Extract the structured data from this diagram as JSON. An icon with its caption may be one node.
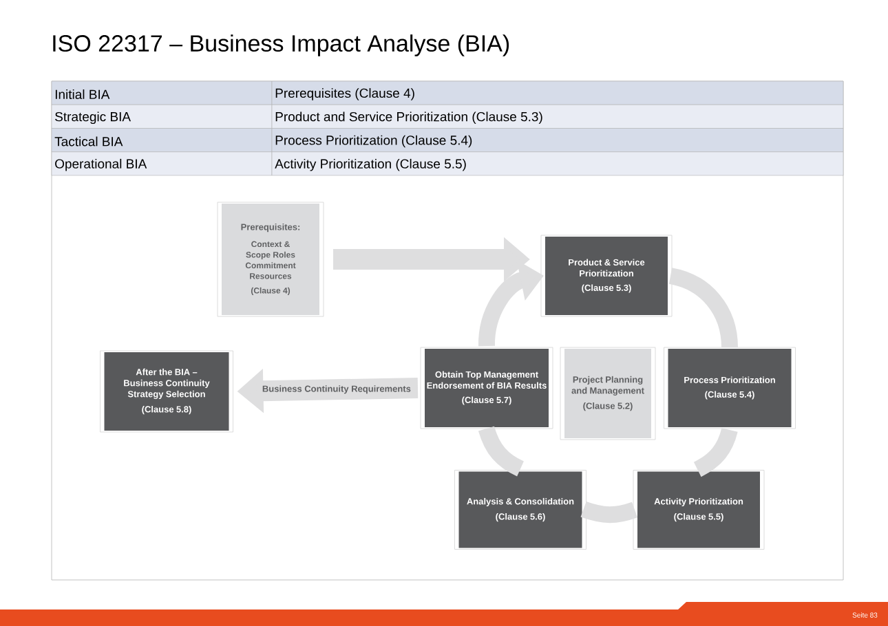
{
  "diagram": {
    "title": "ISO 22317 – Business Impact Analyse (BIA)",
    "nodes": [
      {
        "text": [
          "Prerequisites:",
          "Context & Scope Roles Commitment Resources",
          "(Clause 4)"
        ]
      },
      {
        "text": [
          "Product & Service Prioritization",
          "(Clause 5.3)"
        ]
      },
      {
        "text": [
          "Process Prioritization",
          "(Clause 5.4)"
        ]
      },
      {
        "text": [
          "Activity Prioritization",
          "(Clause 5.5)"
        ]
      },
      {
        "text": [
          "Analysis & Consolidation",
          "(Clause 5.6)"
        ]
      },
      {
        "text": [
          "Obtain Top Management Endorsement of BIA Results",
          "(Clause 5.7)"
        ]
      },
      {
        "text": [
          "Project Planning and Management",
          "(Clause 5.2)"
        ]
      },
      {
        "text": [
          "After the BIA – Business Continuity Strategy Selection",
          "(Clause 5.8)"
        ]
      }
    ],
    "edges": [
      {
        "from": 0,
        "to": 1,
        "arrow": "to"
      },
      {
        "from": 1,
        "to": 2,
        "arrow": "none"
      },
      {
        "from": 2,
        "to": 3,
        "arrow": "none"
      },
      {
        "from": 3,
        "to": 4,
        "arrow": "none"
      },
      {
        "from": 4,
        "to": 5,
        "arrow": "none"
      },
      {
        "from": 5,
        "to": 1,
        "arrow": "to"
      },
      {
        "from": 5,
        "to": 7,
        "arrow": "to",
        "label": "Business Continuity Requirements"
      }
    ],
    "labels": [
      "Initial BIA",
      "Prerequisites (Clause 4)",
      "Strategic BIA",
      "Product and Service Prioritization (Clause 5.3)",
      "Tactical BIA",
      "Process Prioritization (Clause 5.4)",
      "Operational BIA",
      "Activity Prioritization (Clause 5.5)",
      "Seite 83"
    ]
  }
}
